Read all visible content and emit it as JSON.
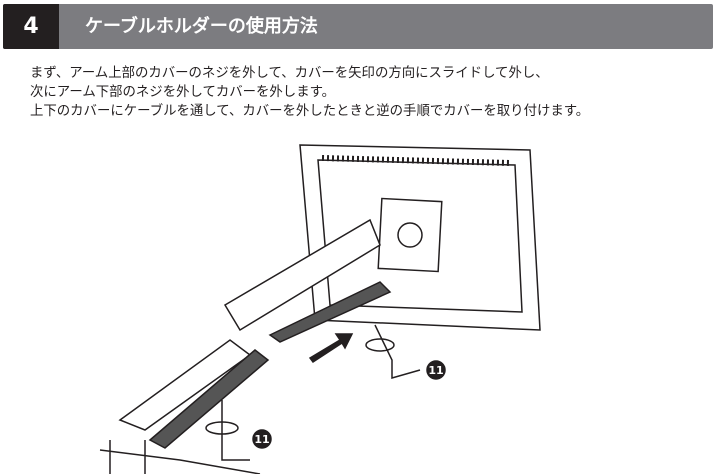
{
  "section": {
    "number": "4",
    "title": "ケーブルホルダーの使用方法"
  },
  "instructions": [
    "まず、アーム上部のカバーのネジを外して、カバーを矢印の方向にスライドして外し、",
    "次にアーム下部のネジを外してカバーを外します。",
    "上下のカバーにケーブルを通して、カバーを外したときと逆の手順でカバーを取り付けます。"
  ],
  "callouts": [
    "11",
    "11"
  ]
}
